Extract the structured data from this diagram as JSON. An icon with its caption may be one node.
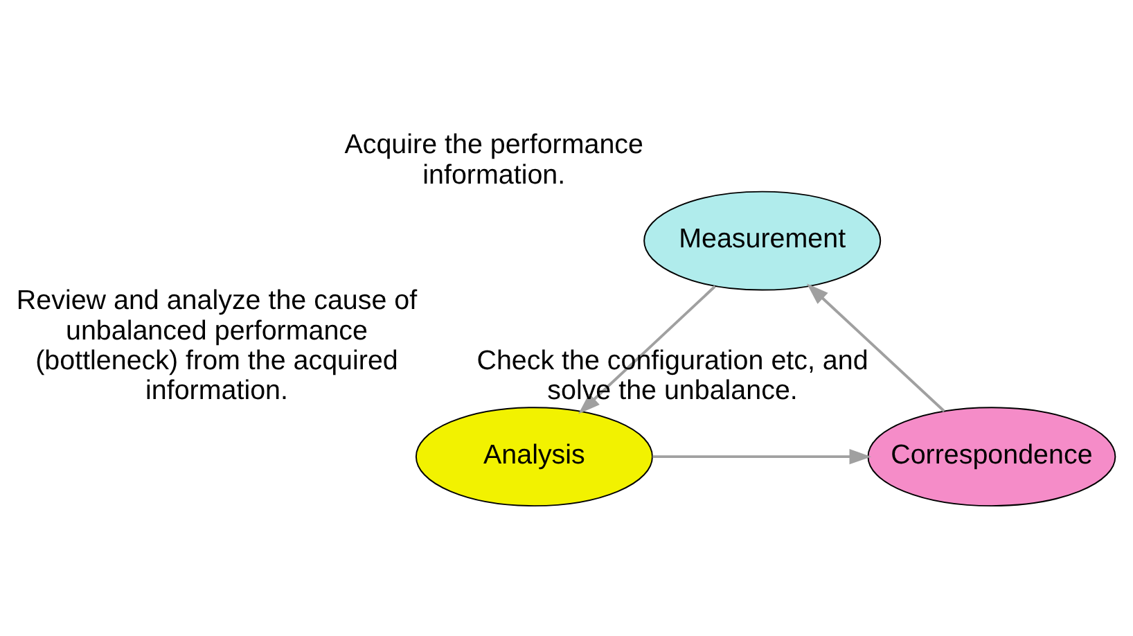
{
  "diagram": {
    "nodes": [
      {
        "text": [
          "Measurement"
        ],
        "beside": [
          "Acquire the performance information."
        ]
      },
      {
        "text": [
          "Analysis"
        ],
        "beside": [
          "Review and analyze the cause of unbalanced performance (bottleneck) from the acquired information."
        ]
      },
      {
        "text": [
          "Correspondence"
        ],
        "beside": [
          "Check the configuration etc, and solve the unbalance."
        ]
      }
    ],
    "edges": [
      {
        "from": 0,
        "to": 1,
        "arrow": "to"
      },
      {
        "from": 1,
        "to": 2,
        "arrow": "to"
      },
      {
        "from": 2,
        "to": 0,
        "arrow": "to"
      }
    ]
  }
}
